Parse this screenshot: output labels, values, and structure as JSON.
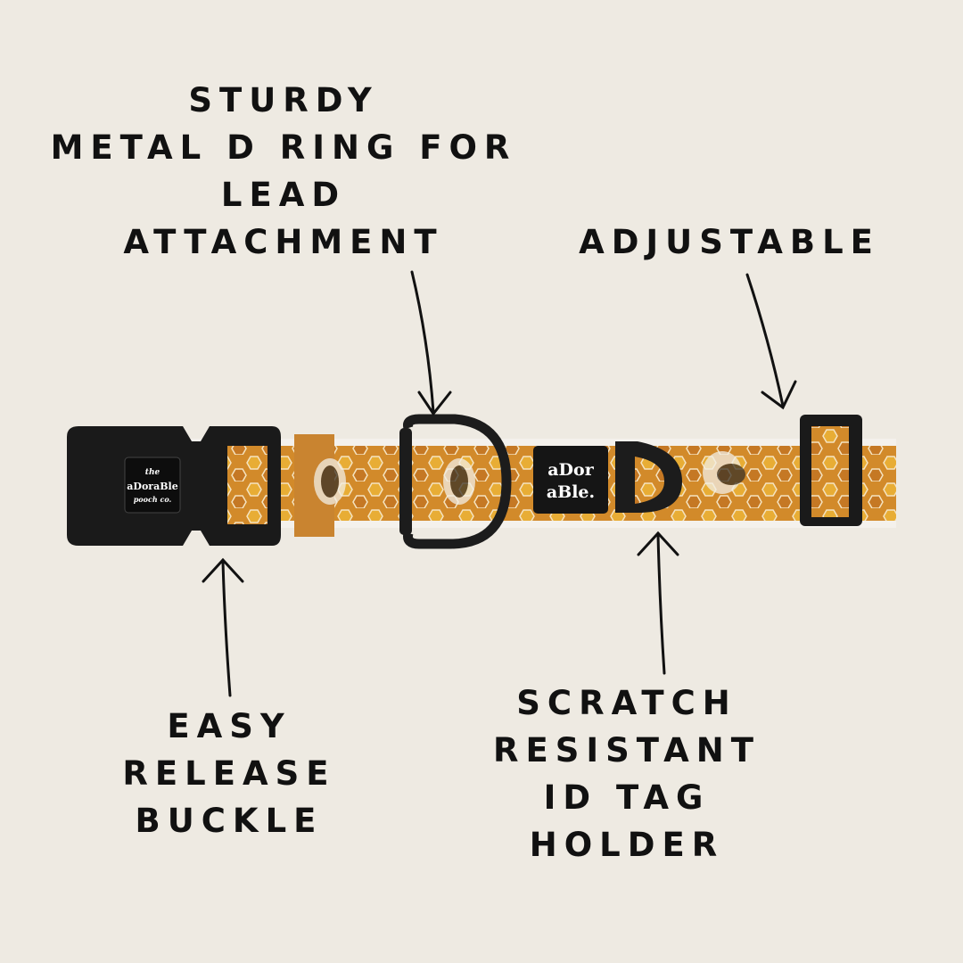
{
  "callouts": {
    "d_ring": {
      "lines": [
        "STURDY",
        "METAL D RING FOR",
        "LEAD",
        "ATTACHMENT"
      ]
    },
    "adjustable": {
      "lines": [
        "ADJUSTABLE"
      ]
    },
    "buckle": {
      "lines": [
        "EASY",
        "RELEASE",
        "BUCKLE"
      ]
    },
    "tag_holder": {
      "lines": [
        "SCRATCH",
        "RESISTANT",
        "ID TAG",
        "HOLDER"
      ]
    }
  },
  "product": {
    "buckle_logo": [
      "the",
      "aDoraBle",
      "pooch co."
    ],
    "tag_logo": [
      "aDor",
      "aBle."
    ]
  },
  "colors": {
    "background": "#eeeae2",
    "text": "#111111",
    "webbing": "#d9962e",
    "hardware": "#1a1a1a"
  }
}
